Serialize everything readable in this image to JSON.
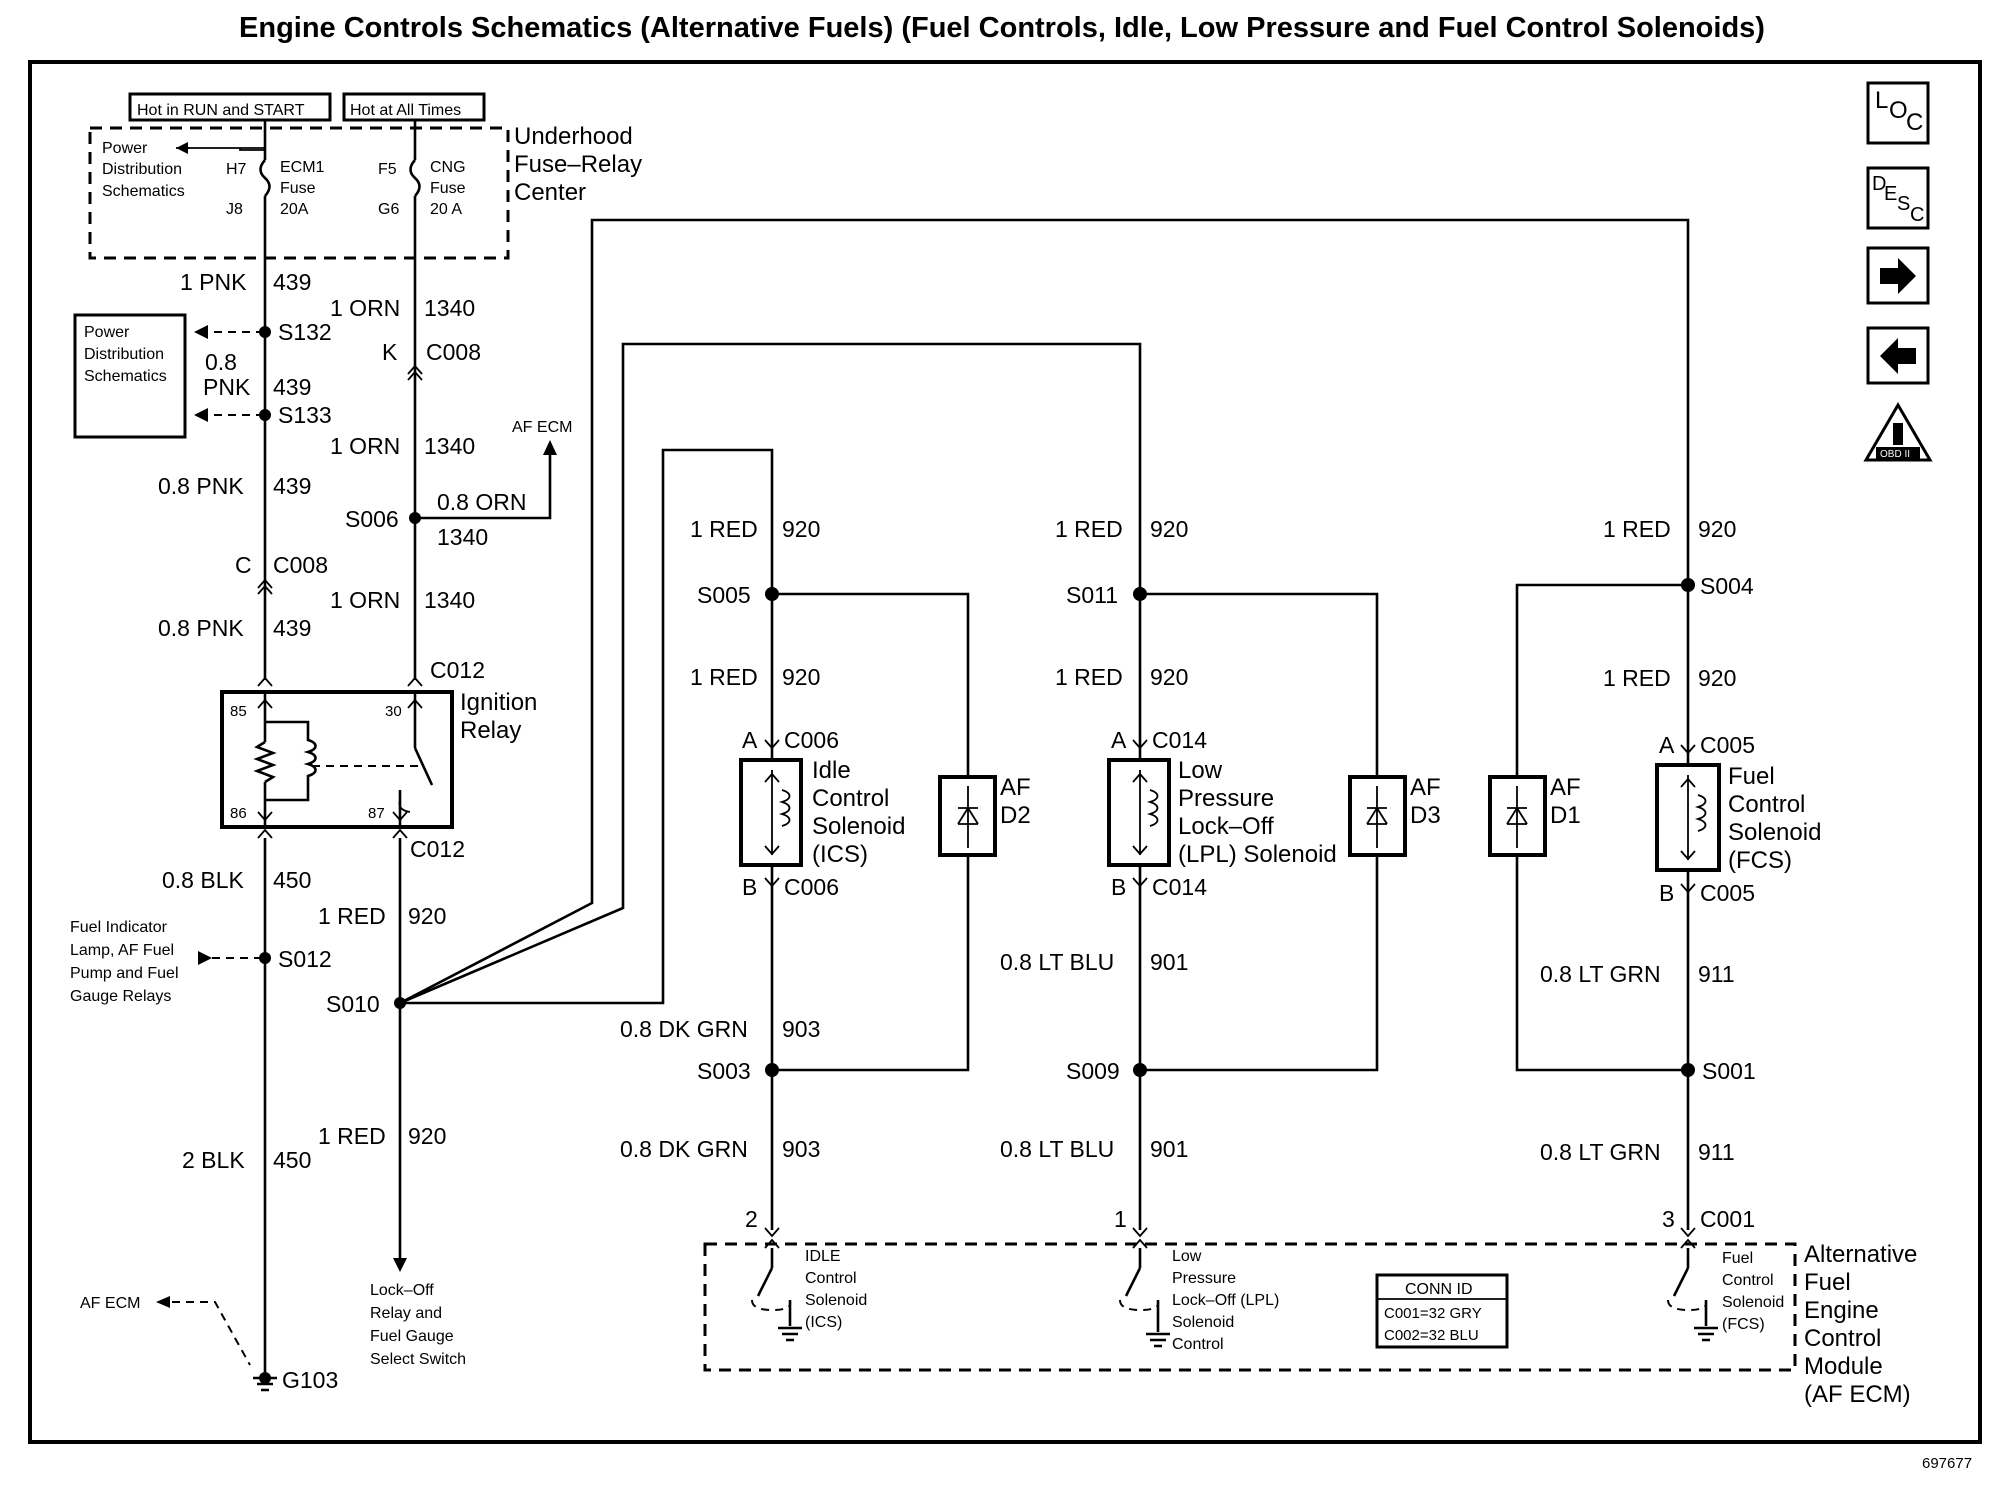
{
  "title": "Engine Controls Schematics (Alternative Fuels) (Fuel Controls, Idle, Low Pressure and Fuel Control Solenoids)",
  "figure_id": "697677",
  "nav": {
    "loc": {
      "l1": "L",
      "l2": "O",
      "l3": "C"
    },
    "desc": {
      "l1": "D",
      "l2": "E",
      "l3": "S",
      "l4": "C"
    },
    "obd": "OBD II"
  },
  "top_labels": {
    "hot_run_start": "Hot in RUN and START",
    "hot_all_times": "Hot at All Times"
  },
  "fuse_center": {
    "name_lines": [
      "Underhood",
      "Fuse–Relay",
      "Center"
    ],
    "pds_lines": [
      "Power",
      "Distribution",
      "Schematics"
    ],
    "ecm1": {
      "pin_in": "H7",
      "pin_out": "J8",
      "lines": [
        "ECM1",
        "Fuse",
        "20A"
      ]
    },
    "cng": {
      "pin_in": "F5",
      "pin_out": "G6",
      "lines": [
        "CNG",
        "Fuse",
        "20 A"
      ]
    }
  },
  "pds_box_lines": [
    "Power",
    "Distribution",
    "Schematics"
  ],
  "left_branch": {
    "w1": {
      "size": "1 PNK",
      "circuit": "439"
    },
    "s132": "S132",
    "w2": {
      "size_a": "0.8",
      "size_b": "PNK",
      "circuit": "439"
    },
    "s133": "S133",
    "w3": {
      "size": "0.8 PNK",
      "circuit": "439"
    },
    "c008": {
      "pin": "C",
      "name": "C008"
    },
    "w4": {
      "size": "0.8 PNK",
      "circuit": "439"
    }
  },
  "cng_branch": {
    "w1": {
      "size": "1 ORN",
      "circuit": "1340"
    },
    "c008": {
      "pin": "K",
      "name": "C008"
    },
    "w2": {
      "size": "1 ORN",
      "circuit": "1340"
    },
    "af_ecm": "AF ECM",
    "s006": "S006",
    "tap": {
      "size": "0.8 ORN",
      "circuit": "1340"
    },
    "w3": {
      "size": "1 ORN",
      "circuit": "1340"
    },
    "c012": "C012"
  },
  "relay": {
    "name_lines": [
      "Ignition",
      "Relay"
    ],
    "pins": {
      "p85": "85",
      "p86": "86",
      "p30": "30",
      "p87": "87"
    },
    "c012_bottom": "C012"
  },
  "ground_branch": {
    "w1": {
      "size": "0.8 BLK",
      "circuit": "450"
    },
    "fuel_indicator_lines": [
      "Fuel Indicator",
      "Lamp, AF Fuel",
      "Pump and Fuel",
      "Gauge Relays"
    ],
    "s012": "S012",
    "w2": {
      "size": "2 BLK",
      "circuit": "450"
    },
    "af_ecm": "AF ECM",
    "g103": "G103"
  },
  "red_branch": {
    "w1": {
      "size": "1 RED",
      "circuit": "920"
    },
    "s010": "S010",
    "w2": {
      "size": "1 RED",
      "circuit": "920"
    },
    "lockoff_lines": [
      "Lock–Off",
      "Relay and",
      "Fuel Gauge",
      "Select Switch"
    ]
  },
  "solenoid_circuits": [
    {
      "top_wire": {
        "size": "1 RED",
        "circuit": "920"
      },
      "splice_top": "S005",
      "mid_wire": {
        "size": "1 RED",
        "circuit": "920"
      },
      "conn_a": {
        "pin": "A",
        "name": "C006"
      },
      "label_lines": [
        "Idle",
        "Control",
        "Solenoid",
        "(ICS)"
      ],
      "diode_lines": [
        "AF",
        "D2"
      ],
      "conn_b": {
        "pin": "B",
        "name": "C006"
      },
      "out_wire1": {
        "size": "0.8 DK GRN",
        "circuit": "903"
      },
      "splice_bottom": "S003",
      "out_wire2": {
        "size": "0.8 DK GRN",
        "circuit": "903"
      },
      "ecm_pin": "2",
      "ecm_label_lines": [
        "IDLE",
        "Control",
        "Solenoid",
        "(ICS)"
      ]
    },
    {
      "top_wire": {
        "size": "1 RED",
        "circuit": "920"
      },
      "splice_top": "S011",
      "mid_wire": {
        "size": "1 RED",
        "circuit": "920"
      },
      "conn_a": {
        "pin": "A",
        "name": "C014"
      },
      "label_lines": [
        "Low",
        "Pressure",
        "Lock–Off",
        "(LPL) Solenoid"
      ],
      "diode_lines": [
        "AF",
        "D3"
      ],
      "conn_b": {
        "pin": "B",
        "name": "C014"
      },
      "out_wire1": {
        "size": "0.8 LT BLU",
        "circuit": "901"
      },
      "splice_bottom": "S009",
      "out_wire2": {
        "size": "0.8 LT BLU",
        "circuit": "901"
      },
      "ecm_pin": "1",
      "ecm_label_lines": [
        "Low",
        "Pressure",
        "Lock–Off (LPL)",
        "Solenoid",
        "Control"
      ]
    },
    {
      "top_wire": {
        "size": "1 RED",
        "circuit": "920"
      },
      "splice_top": "S004",
      "mid_wire": {
        "size": "1 RED",
        "circuit": "920"
      },
      "conn_a": {
        "pin": "A",
        "name": "C005"
      },
      "label_lines": [
        "Fuel",
        "Control",
        "Solenoid",
        "(FCS)"
      ],
      "diode_lines": [
        "AF",
        "D1"
      ],
      "conn_b": {
        "pin": "B",
        "name": "C005"
      },
      "out_wire1": {
        "size": "0.8 LT GRN",
        "circuit": "911"
      },
      "splice_bottom": "S001",
      "out_wire2": {
        "size": "0.8 LT GRN",
        "circuit": "911"
      },
      "ecm_pin": "3",
      "ecm_connector": "C001",
      "ecm_label_lines": [
        "Fuel",
        "Control",
        "Solenoid",
        "(FCS)"
      ]
    }
  ],
  "ecm_module": {
    "name_lines": [
      "Alternative",
      "Fuel",
      "Engine",
      "Control",
      "Module",
      "(AF ECM)"
    ],
    "conn_id": {
      "title": "CONN ID",
      "rows": [
        "C001=32 GRY",
        "C002=32 BLU"
      ]
    }
  }
}
